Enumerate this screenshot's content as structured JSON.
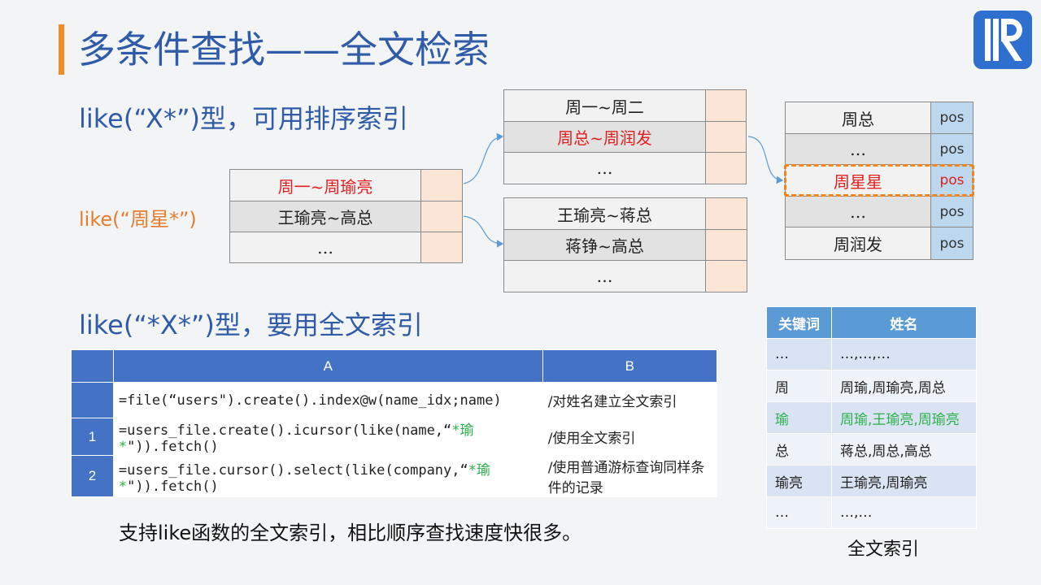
{
  "title": "多条件查找——全文检索",
  "prefix_heading": "like(“X*”)型，可用排序索引",
  "fuzzy_heading": "like(“*X*”)型，要用全文索引",
  "query_example": "like(“周星*”)",
  "tree": {
    "root": [
      "周一~周瑜亮",
      "王瑜亮~高总",
      "…"
    ],
    "upper": [
      "周一~周二",
      "周总~周润发",
      "…"
    ],
    "lower": [
      "王瑜亮~蒋总",
      "蒋铮~高总",
      "…"
    ],
    "leaf": [
      "周总",
      "…",
      "周星星",
      "…",
      "周润发"
    ],
    "pos_label": "pos"
  },
  "grid": {
    "col_a": "A",
    "col_b": "B",
    "rows": [
      {
        "no": "",
        "code": "=file(“users\").create().index@w(name_idx;name)",
        "note": "/对姓名建立全文索引"
      },
      {
        "no": "1",
        "code_pre": "=users_file.create().icursor(like(name,“",
        "code_hl": "*瑜 *",
        "code_post": "\")).fetch()",
        "note": "/使用全文索引"
      },
      {
        "no": "2",
        "code_pre": "=users_file.cursor().select(like(company,“",
        "code_hl": "*瑜 *",
        "code_post": "\")).fetch()",
        "note": "/使用普通游标查询同样条件的记录"
      }
    ]
  },
  "index_table": {
    "header_keyword": "关键词",
    "header_name": "姓名",
    "rows": [
      {
        "k": "…",
        "v": "…,…,…"
      },
      {
        "k": "周",
        "v": "周瑜,周瑜亮,周总"
      },
      {
        "k": "瑜",
        "v": "周瑜,王瑜亮,周瑜亮"
      },
      {
        "k": "总",
        "v": "蒋总,周总,高总"
      },
      {
        "k": "瑜亮",
        "v": "王瑜亮,周瑜亮"
      },
      {
        "k": "…",
        "v": "…,…"
      }
    ],
    "caption": "全文索引"
  },
  "footnote": "支持like函数的全文索引，相比顺序查找速度快很多。",
  "colors": {
    "accent": "#f28c28",
    "title": "#2f5ba8",
    "highlight_red": "#e02020",
    "highlight_green": "#2bb04a"
  }
}
